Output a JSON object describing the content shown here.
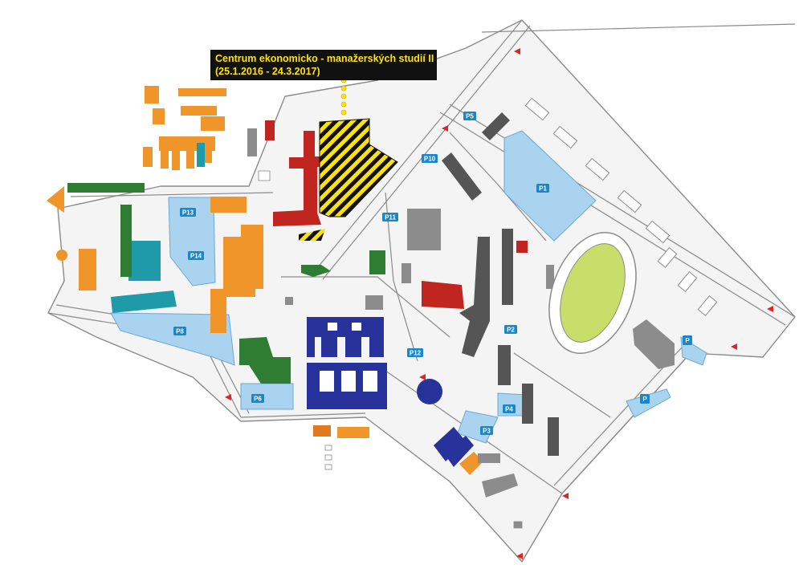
{
  "callout": {
    "title": "Centrum ekonomicko - manažerských studií II",
    "dates": "(25.1.2016 - 24.3.2017)"
  },
  "parking_labels": [
    "P1",
    "P2",
    "P3",
    "P4",
    "P5",
    "P6",
    "P8",
    "P10",
    "P11",
    "P12",
    "P13",
    "P14",
    "P",
    "P"
  ],
  "colors": {
    "background": "#ffffff",
    "road": "#f4f4f4",
    "road_outline": "#8a8a8a",
    "parking_fill": "#a9d3ef",
    "parking_label": "#1a87c8",
    "orange": "#f0952a",
    "red": "#c0261f",
    "green": "#2e7d32",
    "teal": "#1f9aa8",
    "navy": "#27329a",
    "dark_gray": "#555555",
    "gray": "#8c8c8c",
    "stadium": "#c8dd6a",
    "construction_yellow": "#ffe400",
    "construction_black": "#111111",
    "marker": "#e02424"
  }
}
